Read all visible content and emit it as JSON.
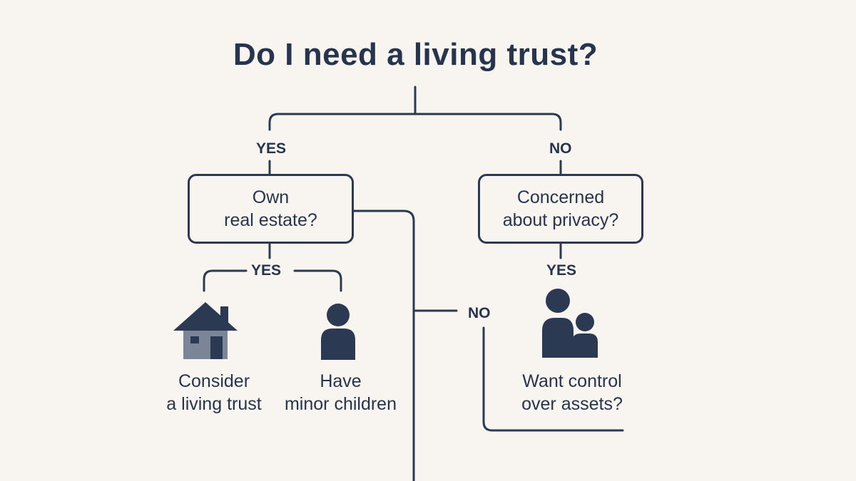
{
  "title": "Do I need a living trust?",
  "branches": {
    "root_yes": "YES",
    "root_no": "NO",
    "real_estate_yes": "YES",
    "real_estate_no": "NO",
    "privacy_yes": "YES"
  },
  "nodes": {
    "own_real_estate": {
      "line1": "Own",
      "line2": "real estate?"
    },
    "concerned_privacy": {
      "line1": "Concerned",
      "line2": "about privacy?"
    }
  },
  "outcomes": {
    "consider_trust": {
      "line1": "Consider",
      "line2": "a living trust",
      "icon": "house-icon"
    },
    "minor_children": {
      "line1": "Have",
      "line2": "minor children",
      "icon": "person-icon"
    },
    "control_assets": {
      "line1": "Want control",
      "line2": "over assets?",
      "icon": "parent-child-icon"
    }
  },
  "colors": {
    "background": "#f8f4ef",
    "ink": "#26354d",
    "icon_fill": "#2b3a52",
    "house_wall": "#7a8597"
  }
}
